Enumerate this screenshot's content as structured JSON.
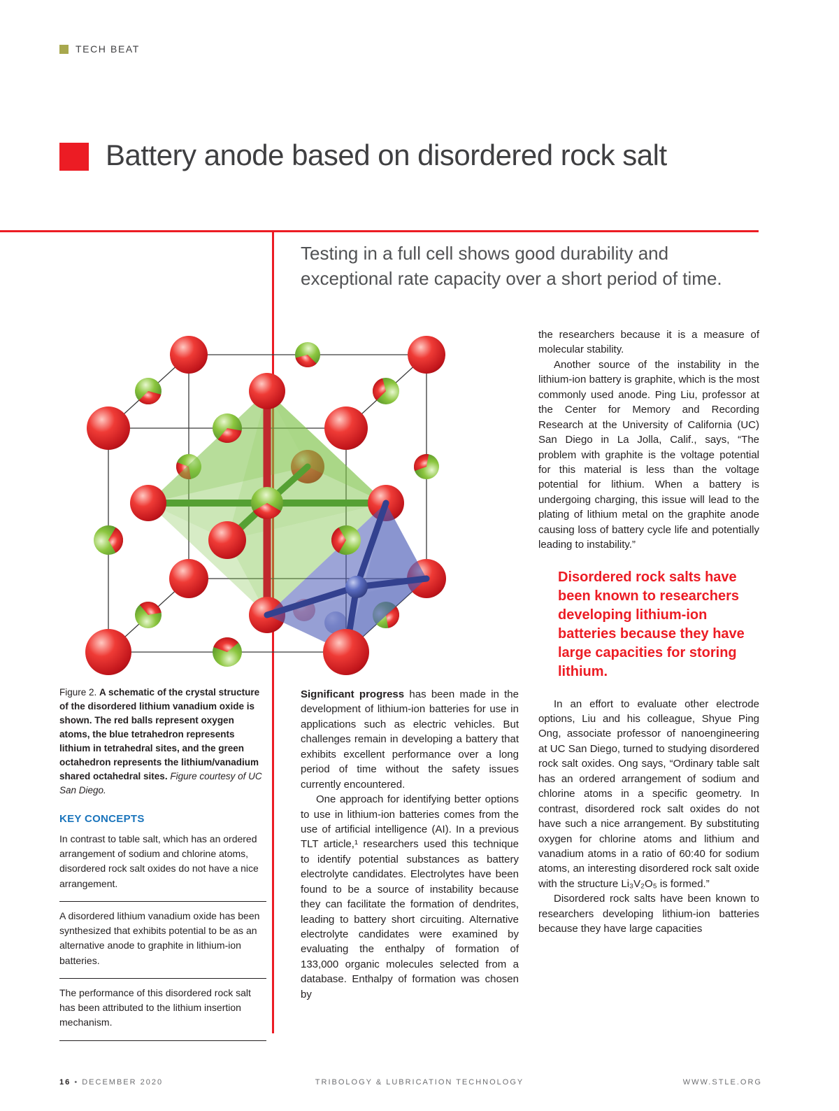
{
  "page": {
    "section_label": "TECH BEAT",
    "headline": "Battery anode based on disordered rock salt",
    "subtitle": "Testing in a full cell shows good durability and exceptional rate capacity over a short period of time."
  },
  "figure": {
    "caption_label": "Figure 2. ",
    "caption_bold": "A schematic of the crystal structure of the disordered lithium vanadium oxide is shown. The red balls represent oxygen atoms, the blue tetrahedron represents lithium in tetrahedral sites, and the green octahedron represents the lithium/vanadium shared octahedral sites. ",
    "caption_italic": "Figure courtesy of UC San Diego."
  },
  "key_concepts": {
    "heading": "KEY CONCEPTS",
    "items": [
      "In contrast to table salt, which has an ordered arrangement of sodium and chlorine atoms, disordered rock salt oxides do not have a nice arrangement.",
      "A disordered lithium vanadium oxide has been synthesized that exhibits potential to be as an alternative anode to graphite in lithium-ion batteries.",
      "The performance of this disordered rock salt has been attributed to the lithium insertion mechanism."
    ]
  },
  "article": {
    "col1_p1_bold": "Significant progress",
    "col1_p1_rest": " has been made in the development of lithium-ion batteries for use in applications such as electric vehicles. But challenges remain in developing a battery that exhibits excellent performance over a long period of time without the safety issues currently encountered.",
    "col1_p2": "One approach for identifying better options to use in lithium-ion batteries comes from the use of artificial intelligence (AI). In a previous TLT article,¹ researchers used this technique to identify potential substances as battery electrolyte candidates. Electrolytes have been found to be a source of instability because they can facilitate the formation of dendrites, leading to battery short circuiting. Alternative electrolyte candidates were examined by evaluating the enthalpy of formation of 133,000 organic molecules selected from a database. Enthalpy of formation was chosen by",
    "col2_p1": "the researchers because it is a measure of molecular stability.",
    "col2_p2": "Another source of the instability in the lithium-ion battery is graphite, which is the most commonly used anode. Ping Liu, professor at the Center for Memory and Recording Research at the University of California (UC) San Diego in La Jolla, Calif., says, “The problem with graphite is the voltage potential for this material is less than the voltage potential for lithium. When a battery is undergoing charging, this issue will lead to the plating of lithium metal on the graphite anode causing loss of battery cycle life and potentially leading to instability.”",
    "pull_quote": "Disordered rock salts have been known to researchers developing lithium-ion batteries because they have large capacities for storing lithium.",
    "col2_p3": "In an effort to evaluate other electrode options, Liu and his colleague, Shyue Ping Ong, associate professor of nanoengineering at UC San Diego, turned to studying disordered rock salt oxides. Ong says, “Ordinary table salt has an ordered arrangement of sodium and chlorine atoms in a specific geometry. In contrast, disordered rock salt oxides do not have such a nice arrangement. By substituting oxygen for chlorine atoms and lithium and vanadium atoms in a ratio of 60:40 for sodium atoms, an interesting disordered rock salt oxide with the structure Li₃V₂O₅ is formed.”",
    "col2_p4": "Disordered rock salts have been known to researchers developing lithium-ion batteries because they have large capacities"
  },
  "footer": {
    "page_number": "16",
    "separator": "•",
    "date": "DECEMBER 2020",
    "center": "TRIBOLOGY & LUBRICATION TECHNOLOGY",
    "right": "WWW.STLE.ORG"
  },
  "colors": {
    "accent_red": "#ec1c24",
    "key_concepts_blue": "#1b75bc",
    "tech_beat_olive": "#a8a84e"
  }
}
